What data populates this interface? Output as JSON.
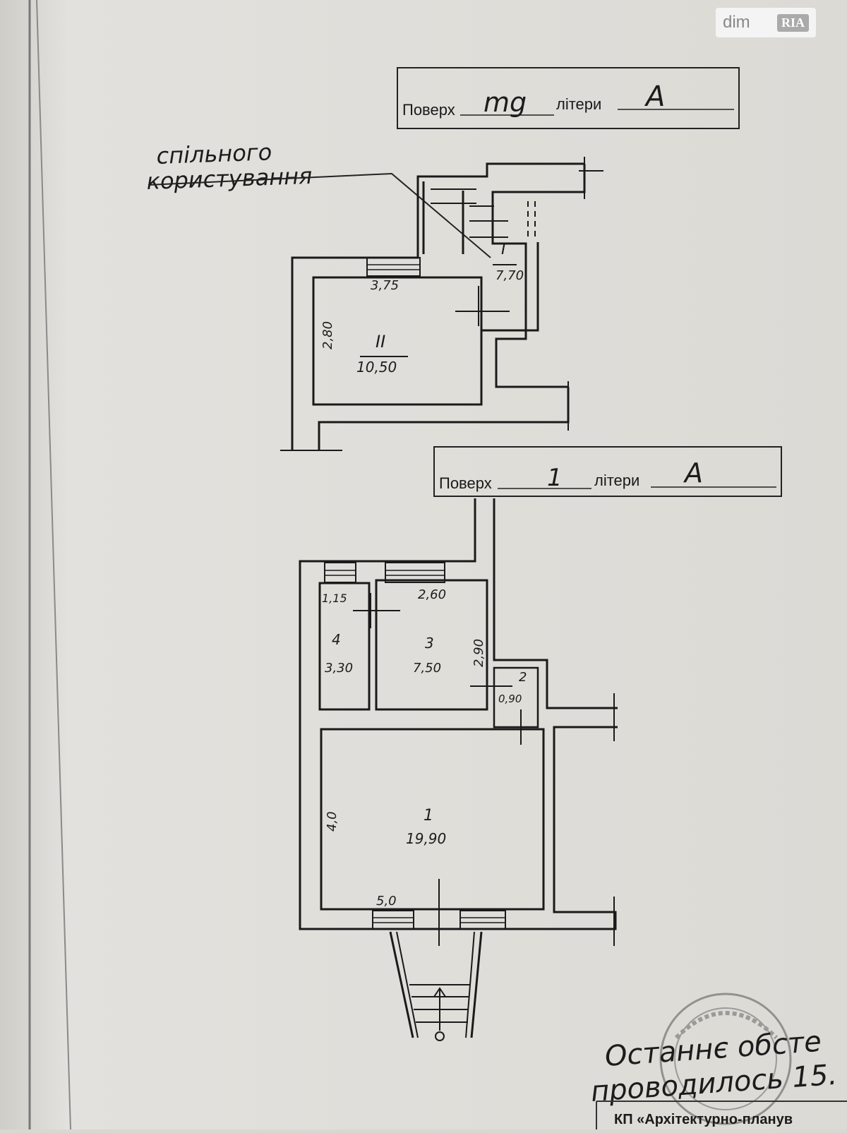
{
  "watermark": {
    "brand": "dim",
    "badge": "RIA"
  },
  "upper_plan": {
    "label_floor": "Поверх",
    "floor_value": "mg",
    "label_litera": "літери",
    "litera_value": "A",
    "annotation_line1": "спільного",
    "annotation_line2": "користування",
    "room_I_number": "I",
    "room_I_area": "7,70",
    "room_II_number": "II",
    "room_II_area": "10,50",
    "dim_width": "3,75",
    "dim_height": "2,80"
  },
  "lower_plan": {
    "label_floor": "Поверх",
    "floor_value": "1",
    "label_litera": "літери",
    "litera_value": "A",
    "rooms": [
      {
        "number": "1",
        "area": "19,90"
      },
      {
        "number": "2",
        "area": "0,90"
      },
      {
        "number": "3",
        "area": "7,50"
      },
      {
        "number": "4",
        "area": "3,30"
      }
    ],
    "dim_room4_width": "1,15",
    "dim_room3_width": "2,60",
    "dim_room3_height": "2,90",
    "dim_room1_height": "4,0",
    "dim_room1_width": "5,0"
  },
  "footer": {
    "note_line1": "Останнє обсте",
    "note_line2": "проводилось 15.",
    "org_name": "КП «Архітектурно-планув"
  }
}
